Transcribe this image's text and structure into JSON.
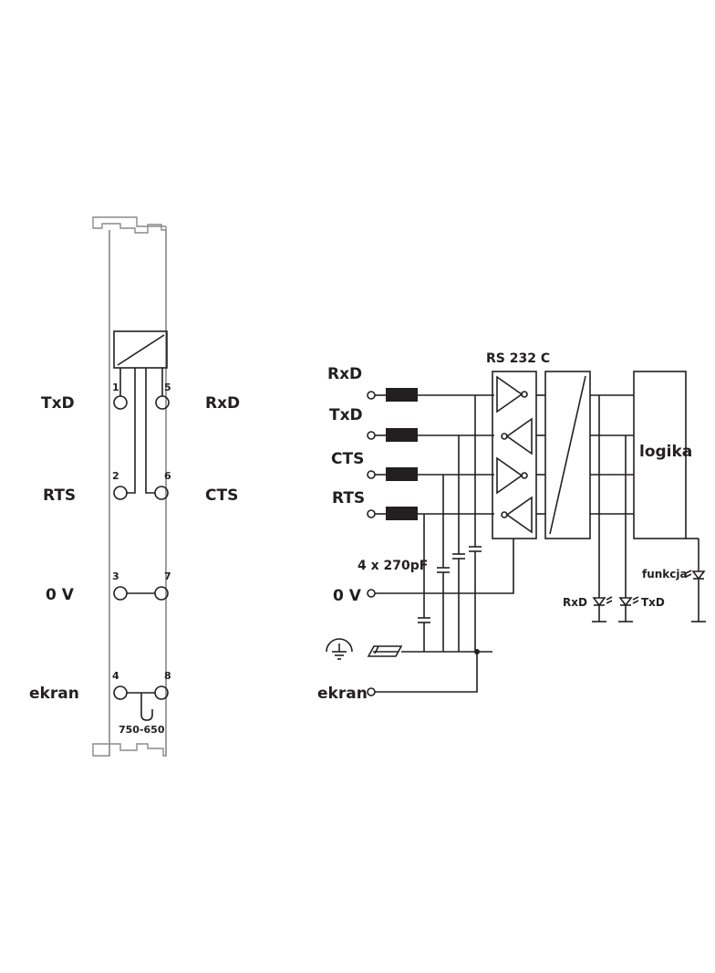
{
  "module": {
    "model": "750-650",
    "terminal_numbers": [
      "1",
      "5",
      "2",
      "6",
      "3",
      "7",
      "4",
      "8"
    ],
    "left_labels": [
      "TxD",
      "RTS",
      "0 V",
      "ekran"
    ],
    "right_labels": [
      "RxD",
      "CTS"
    ]
  },
  "schematic": {
    "signals": [
      "RxD",
      "TxD",
      "CTS",
      "RTS"
    ],
    "ground_label": "0 V",
    "shield_label": "ekran",
    "capacitors_label": "4 x 270pF",
    "driver_label": "RS 232 C",
    "logic_label": "logika",
    "function_led_label": "funkcja",
    "rx_led_label": "RxD",
    "tx_led_label": "TxD"
  }
}
